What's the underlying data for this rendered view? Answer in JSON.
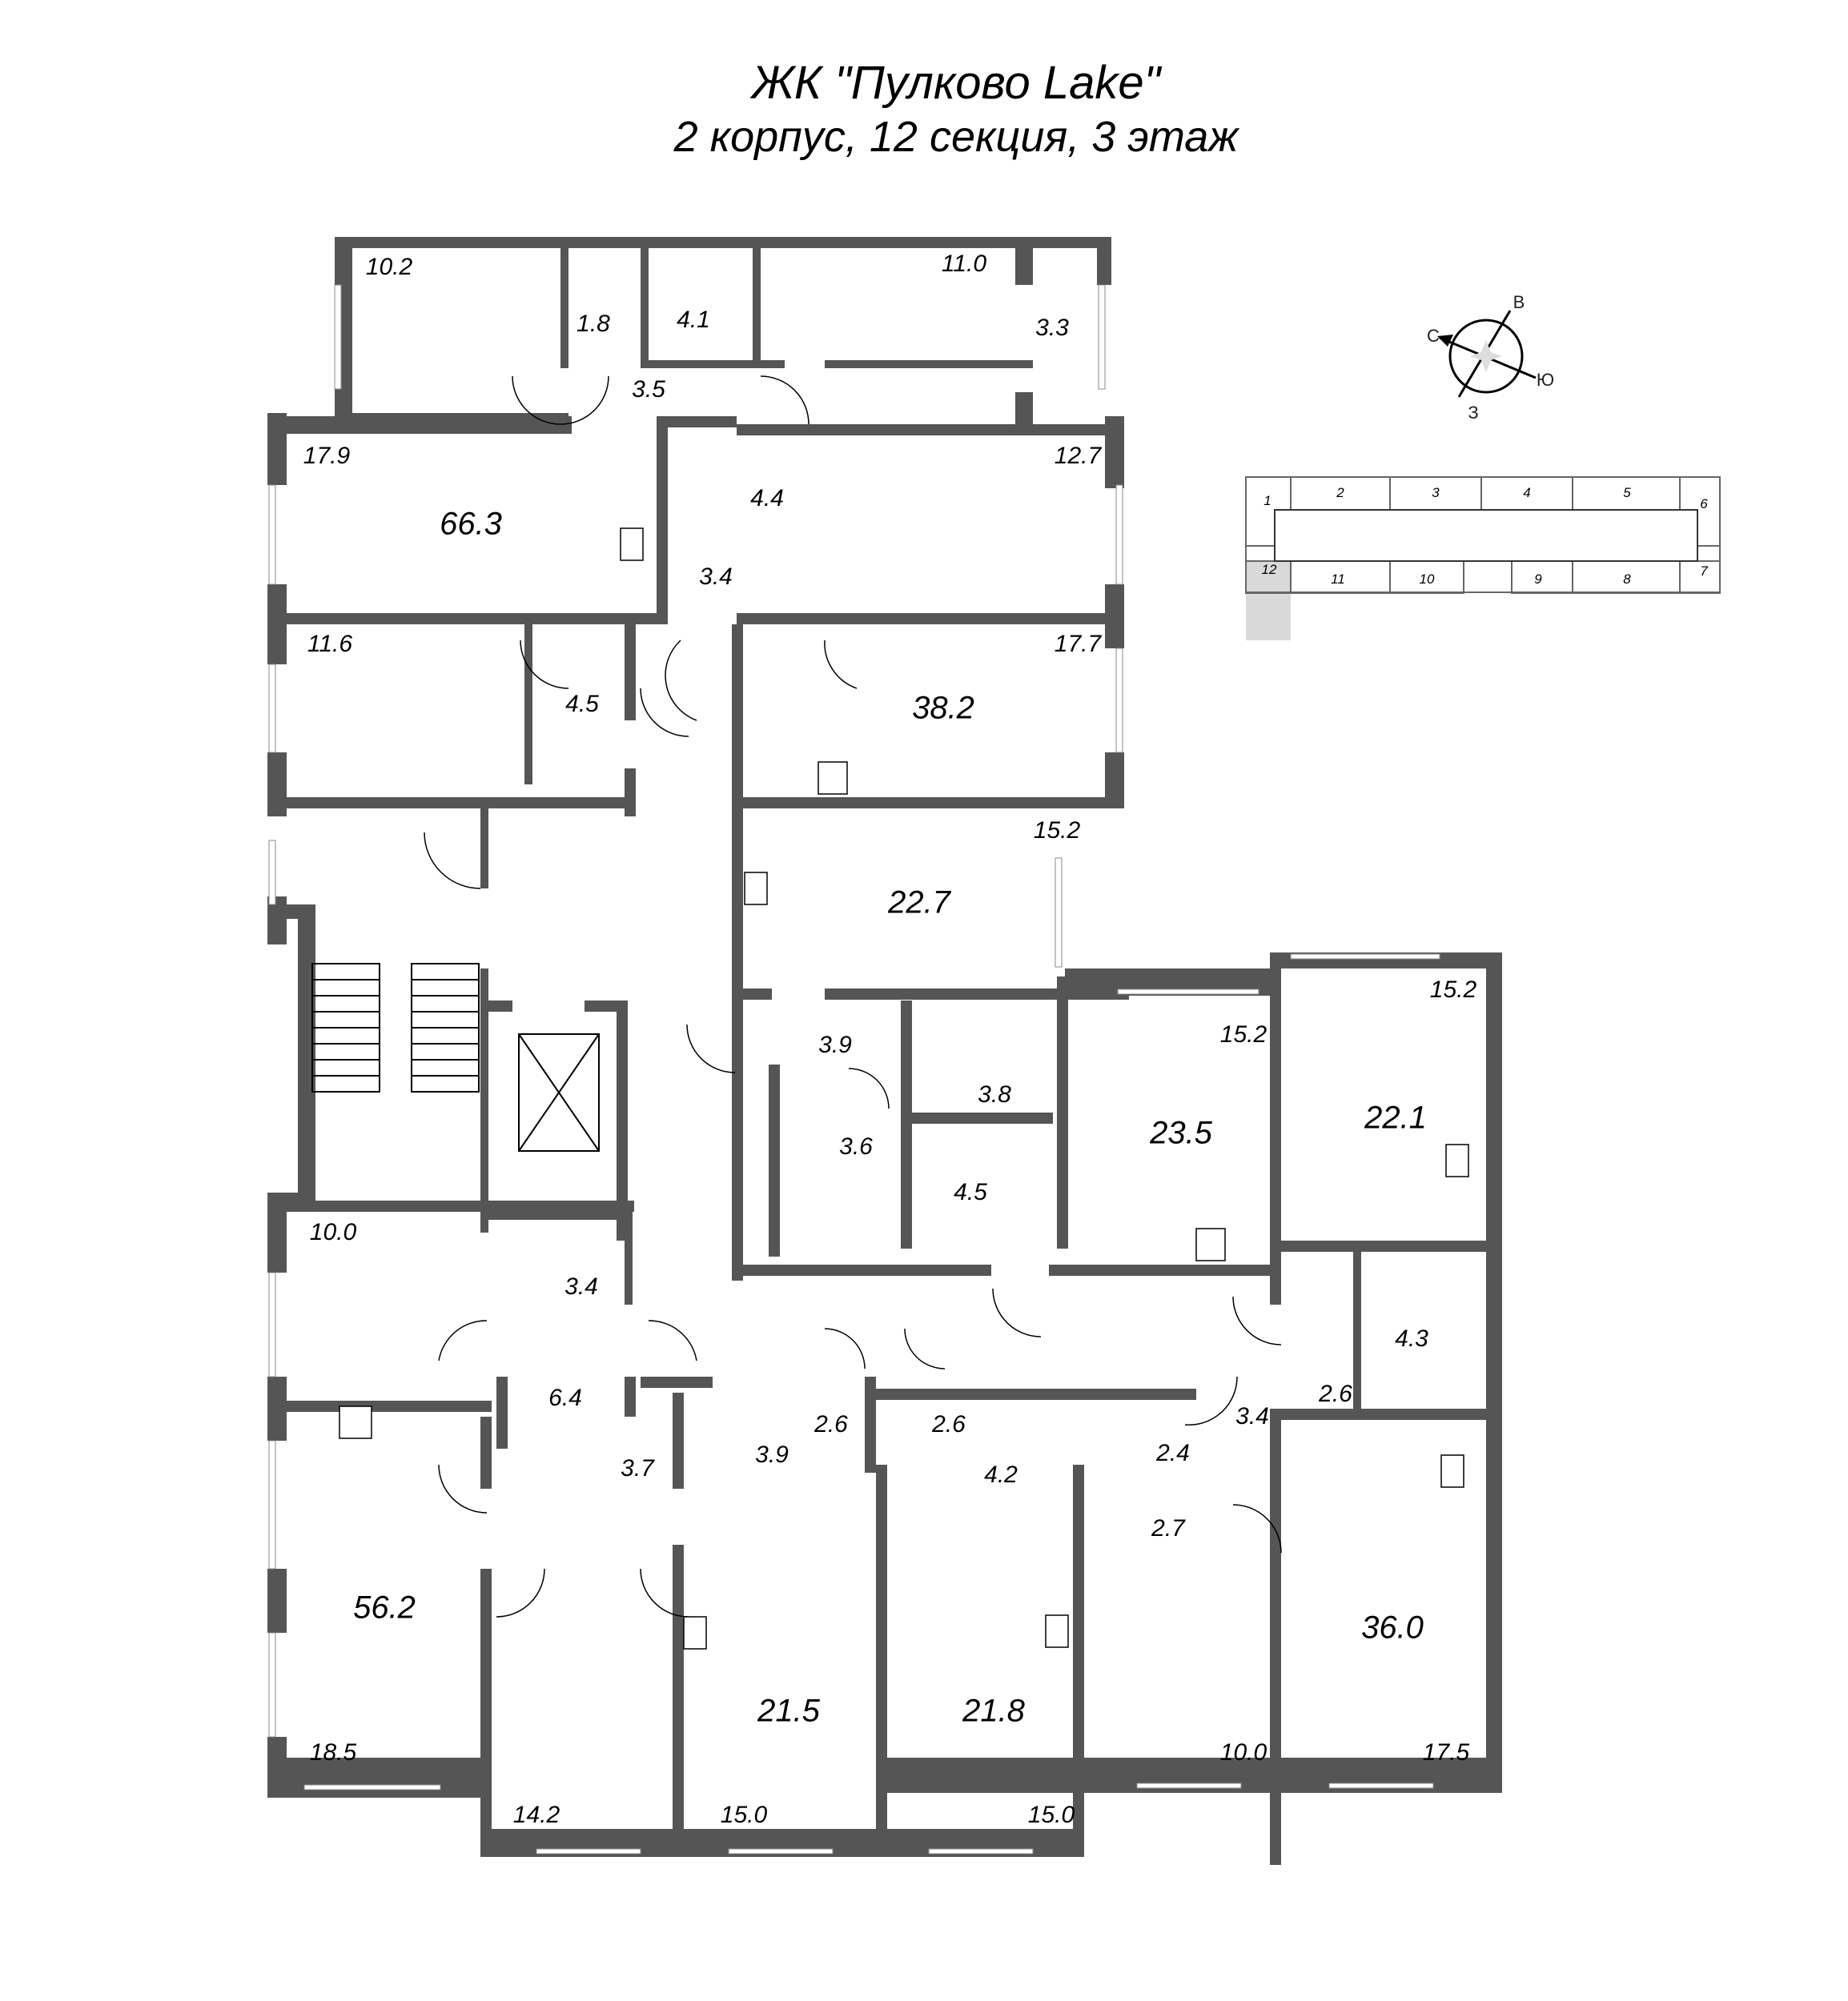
{
  "header": {
    "title": "ЖК \"Пулково Lake\"",
    "subtitle": "2 корпус, 12 секция, 3 этаж"
  },
  "compass": {
    "north": "С",
    "east": "В",
    "south": "Ю",
    "west": "З"
  },
  "key_plan": {
    "highlighted_section": "12",
    "highlight_color": "#d9d9d9",
    "sections": [
      "1",
      "2",
      "3",
      "4",
      "5",
      "6",
      "7",
      "8",
      "9",
      "10",
      "11",
      "12"
    ]
  },
  "colors": {
    "wall": "#555555",
    "line": "#000000",
    "background": "#ffffff"
  },
  "apartments": [
    {
      "id": "apt-top",
      "total_area": "",
      "rooms": [
        {
          "label": "10.2"
        },
        {
          "label": "1.8"
        },
        {
          "label": "4.1"
        },
        {
          "label": "3.5"
        },
        {
          "label": "11.0"
        },
        {
          "label": "3.3"
        }
      ]
    },
    {
      "id": "apt-66",
      "total_area": "66.3",
      "rooms": [
        {
          "label": "17.9"
        },
        {
          "label": "11.6"
        },
        {
          "label": "4.5"
        }
      ]
    },
    {
      "id": "apt-38",
      "total_area": "38.2",
      "rooms": [
        {
          "label": "4.4"
        },
        {
          "label": "3.4"
        },
        {
          "label": "12.7"
        },
        {
          "label": "17.7"
        }
      ]
    },
    {
      "id": "apt-22-7",
      "total_area": "22.7",
      "rooms": [
        {
          "label": "15.2"
        },
        {
          "label": "3.9"
        },
        {
          "label": "3.6"
        }
      ]
    },
    {
      "id": "apt-23-5",
      "total_area": "23.5",
      "rooms": [
        {
          "label": "15.2"
        },
        {
          "label": "3.8"
        },
        {
          "label": "4.5"
        }
      ]
    },
    {
      "id": "apt-22-1",
      "total_area": "22.1",
      "rooms": [
        {
          "label": "15.2"
        },
        {
          "label": "4.3"
        },
        {
          "label": "2.6"
        }
      ]
    },
    {
      "id": "apt-56",
      "total_area": "56.2",
      "rooms": [
        {
          "label": "10.0"
        },
        {
          "label": "3.4"
        },
        {
          "label": "6.4"
        },
        {
          "label": "3.7"
        },
        {
          "label": "18.5"
        },
        {
          "label": "14.2"
        }
      ]
    },
    {
      "id": "apt-21-5",
      "total_area": "21.5",
      "rooms": [
        {
          "label": "2.6"
        },
        {
          "label": "3.9"
        },
        {
          "label": "15.0"
        }
      ]
    },
    {
      "id": "apt-21-8",
      "total_area": "21.8",
      "rooms": [
        {
          "label": "2.6"
        },
        {
          "label": "4.2"
        },
        {
          "label": "15.0"
        }
      ]
    },
    {
      "id": "apt-36",
      "total_area": "36.0",
      "rooms": [
        {
          "label": "2.4"
        },
        {
          "label": "2.7"
        },
        {
          "label": "3.4"
        },
        {
          "label": "10.0"
        },
        {
          "label": "17.5"
        }
      ]
    }
  ]
}
